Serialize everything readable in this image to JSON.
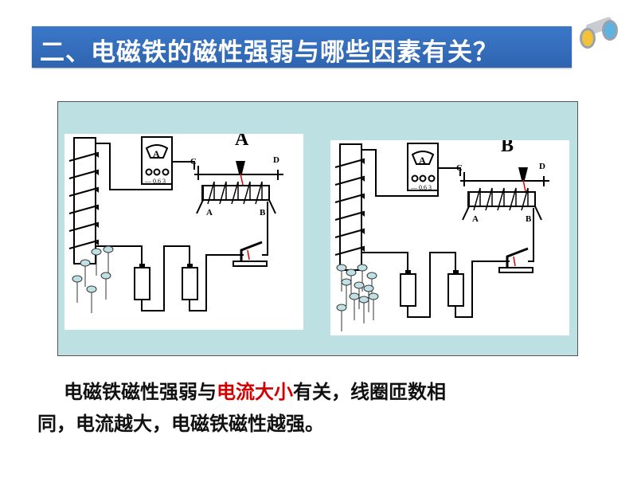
{
  "title": "二、电磁铁的磁性强弱与哪些因素有关？",
  "diagrams": [
    {
      "label": "A",
      "ammeter": {
        "symbol": "A",
        "scale": "— 0.6 3"
      },
      "terminals": {
        "c": "C",
        "d": "D",
        "a": "A",
        "b": "B"
      }
    },
    {
      "label": "B",
      "ammeter": {
        "symbol": "A",
        "scale": "— 0.6 3"
      },
      "terminals": {
        "c": "C",
        "d": "D",
        "a": "A",
        "b": "B"
      }
    }
  ],
  "conclusion": {
    "part1": "电磁铁磁性强弱与",
    "highlight": "电流大小",
    "part2": "有关，线圈匝数相",
    "line2": "同，电流越大，电磁铁磁性越强。"
  },
  "colors": {
    "title_bar": "#3a78c8",
    "panel": "#bde0e3",
    "highlight": "#d40000"
  }
}
